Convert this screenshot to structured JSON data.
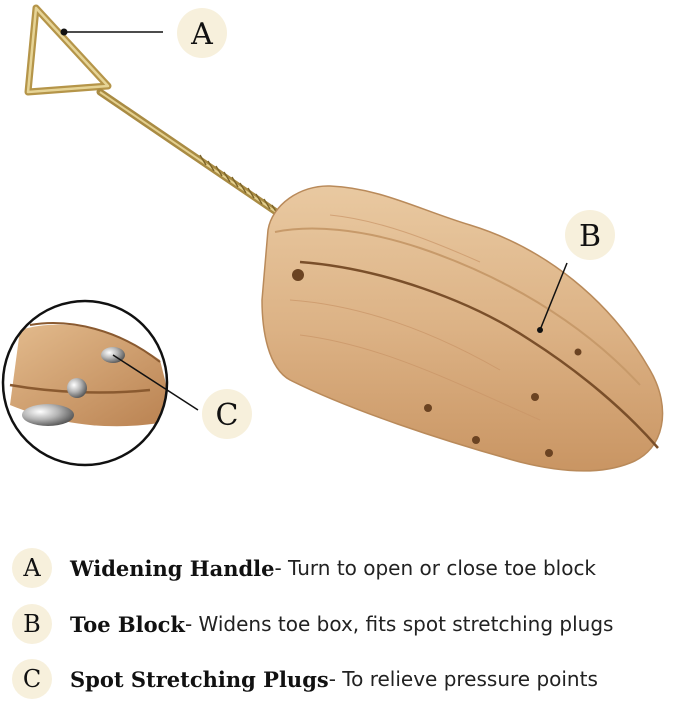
{
  "callouts": {
    "a": "A",
    "b": "B",
    "c": "C"
  },
  "legend": [
    {
      "letter": "A",
      "title": "Widening Handle",
      "description": "- Turn to open or close toe block"
    },
    {
      "letter": "B",
      "title": "Toe Block",
      "description": "- Widens toe box, fits spot stretching plugs"
    },
    {
      "letter": "C",
      "title": "Spot Stretching Plugs",
      "description": "- To relieve pressure points"
    }
  ]
}
